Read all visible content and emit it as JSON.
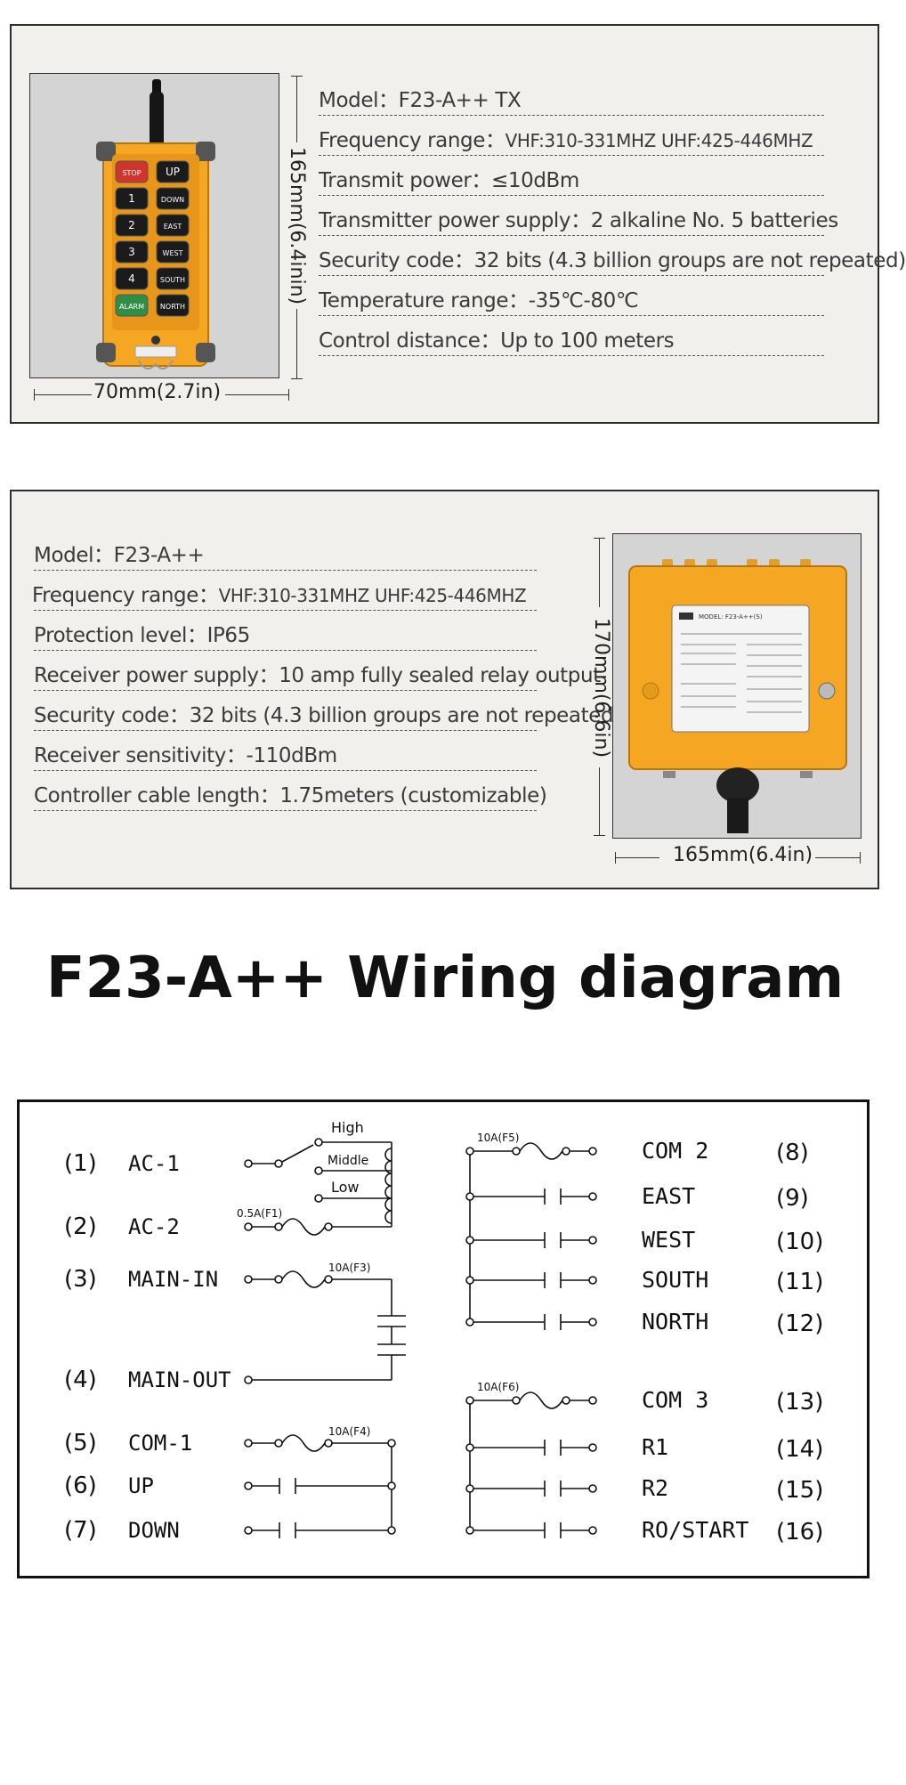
{
  "transmitter": {
    "specs": [
      {
        "label": "Model：",
        "value": "F23-A++ TX"
      },
      {
        "label": "Frequency range：",
        "value": "VHF:310-331MHZ UHF:425-446MHZ"
      },
      {
        "label": "Transmit power：",
        "value": "≤10dBm"
      },
      {
        "label": "Transmitter power supply：",
        "value": "2 alkaline No. 5 batteries"
      },
      {
        "label": "Security code：",
        "value": "32 bits (4.3 billion groups are not repeated)"
      },
      {
        "label": "Temperature range：",
        "value": "-35℃-80℃"
      },
      {
        "label": "Control distance：",
        "value": "Up to 100 meters"
      }
    ],
    "width_dim": "70mm(2.7in)",
    "height_dim": "165mm(6.4inin)",
    "buttons": [
      "STOP",
      "UP",
      "1",
      "DOWN",
      "2",
      "EAST",
      "3",
      "WEST",
      "4",
      "SOUTH",
      "ALARM",
      "NORTH"
    ]
  },
  "receiver": {
    "specs": [
      {
        "label": "Model：",
        "value": "F23-A++"
      },
      {
        "label": "Frequency range：",
        "value": "VHF:310-331MHZ UHF:425-446MHZ"
      },
      {
        "label": "Protection level：",
        "value": "IP65"
      },
      {
        "label": "Receiver power supply：",
        "value": "10 amp fully sealed relay output"
      },
      {
        "label": "Security code：",
        "value": "32 bits (4.3 billion groups are not repeated)"
      },
      {
        "label": "Receiver sensitivity：",
        "value": "-110dBm"
      },
      {
        "label": "Controller cable length：",
        "value": "1.75meters (customizable)"
      }
    ],
    "width_dim": "165mm(6.4in)",
    "height_dim": "170mm(6.6in)",
    "label_plate_model": "MODEL: F23-A++(S)"
  },
  "wiring": {
    "title": "F23-A++ Wiring diagram",
    "left_terminals": [
      {
        "num": "(1)",
        "name": "AC-1"
      },
      {
        "num": "(2)",
        "name": "AC-2"
      },
      {
        "num": "(3)",
        "name": "MAIN-IN"
      },
      {
        "num": "(4)",
        "name": "MAIN-OUT"
      },
      {
        "num": "(5)",
        "name": "COM-1"
      },
      {
        "num": "(6)",
        "name": "UP"
      },
      {
        "num": "(7)",
        "name": "DOWN"
      }
    ],
    "right_terminals": [
      {
        "num": "(8)",
        "name": "COM 2"
      },
      {
        "num": "(9)",
        "name": "EAST"
      },
      {
        "num": "(10)",
        "name": "WEST"
      },
      {
        "num": "(11)",
        "name": "SOUTH"
      },
      {
        "num": "(12)",
        "name": "NORTH"
      },
      {
        "num": "(13)",
        "name": "COM 3"
      },
      {
        "num": "(14)",
        "name": "R1"
      },
      {
        "num": "(15)",
        "name": "R2"
      },
      {
        "num": "(16)",
        "name": "RO/START"
      }
    ],
    "voltage_labels": [
      "High",
      "Middle",
      "Low"
    ],
    "fuse_labels": [
      "0.5A(F1)",
      "10A(F3)",
      "10A(F4)",
      "10A(F5)",
      "10A(F6)"
    ]
  },
  "colors": {
    "panel_bg": "#f1f0ec",
    "housing_orange": "#f5a623",
    "button_black": "#1b1b1b",
    "stop_red": "#d0342c",
    "alarm_green": "#2f8f46"
  }
}
